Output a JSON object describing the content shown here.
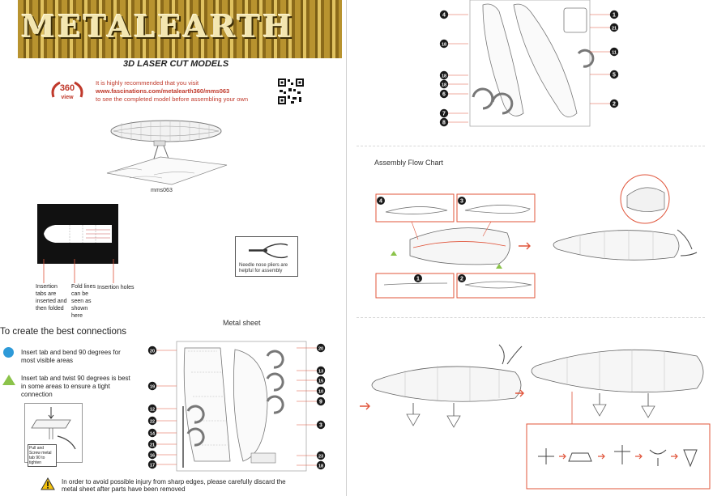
{
  "brand": {
    "logo": "METALEARTH",
    "tagline": "3D LASER CUT MODELS"
  },
  "view360": {
    "badge": "360",
    "sub": "view",
    "line1": "It is highly recommended that you visit",
    "url": "www.fascinations.com/metalearth360/mms063",
    "line3": "to see the completed model before assembling your own"
  },
  "model": {
    "id": "mms063"
  },
  "callouts": {
    "insertion_tabs": "Insertion tabs are inserted and then folded",
    "fold_lines": "Fold lines can be seen as shown here",
    "insertion_holes": "Insertion holes"
  },
  "pliers": {
    "note": "Needle nose pliers are helpful for assembly"
  },
  "connections": {
    "title": "To create the best connections",
    "tip_circle": "Insert tab and bend 90 degrees for most visible areas",
    "tip_triangle": "Insert tab and twist 90 degrees is best in some areas to ensure a tight connection",
    "pull_screw": "Pull and Screw metal tab 90 to tighten"
  },
  "metal_sheet": {
    "title": "Metal sheet",
    "left_parts": [
      "20",
      "19",
      "12",
      "22",
      "14",
      "21",
      "16",
      "17",
      "20",
      "13",
      "15",
      "10",
      "9",
      "3",
      "23",
      "18"
    ],
    "right_parts": [
      "4",
      "18",
      "18",
      "18",
      "6",
      "7",
      "8",
      "1",
      "21",
      "11",
      "5",
      "2"
    ]
  },
  "flow": {
    "title": "Assembly Flow Chart",
    "steps": [
      "4",
      "3",
      "1",
      "2"
    ]
  },
  "warning": {
    "text": "In order to avoid possible injury from sharp edges, please carefully discard the metal sheet after parts have been removed"
  },
  "colors": {
    "accent_red": "#e0543a",
    "circle_blue": "#2e9ad8",
    "triangle_green": "#8bc34a",
    "gold": "#b8932f"
  }
}
